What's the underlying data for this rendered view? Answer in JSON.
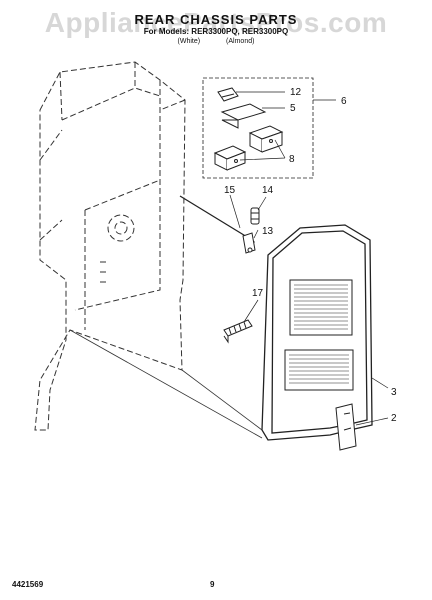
{
  "header": {
    "watermark": "AppliancePartsPros.com",
    "title": "REAR CHASSIS PARTS",
    "subtitle": "For Models: RER3300PQ, RER3300PQ",
    "variants": [
      "(White)",
      "(Almond)"
    ]
  },
  "callouts": [
    "12",
    "5",
    "6",
    "8",
    "15",
    "14",
    "13",
    "17",
    "3",
    "2"
  ],
  "footer": {
    "doc_number": "4421569",
    "page_number": "9"
  }
}
